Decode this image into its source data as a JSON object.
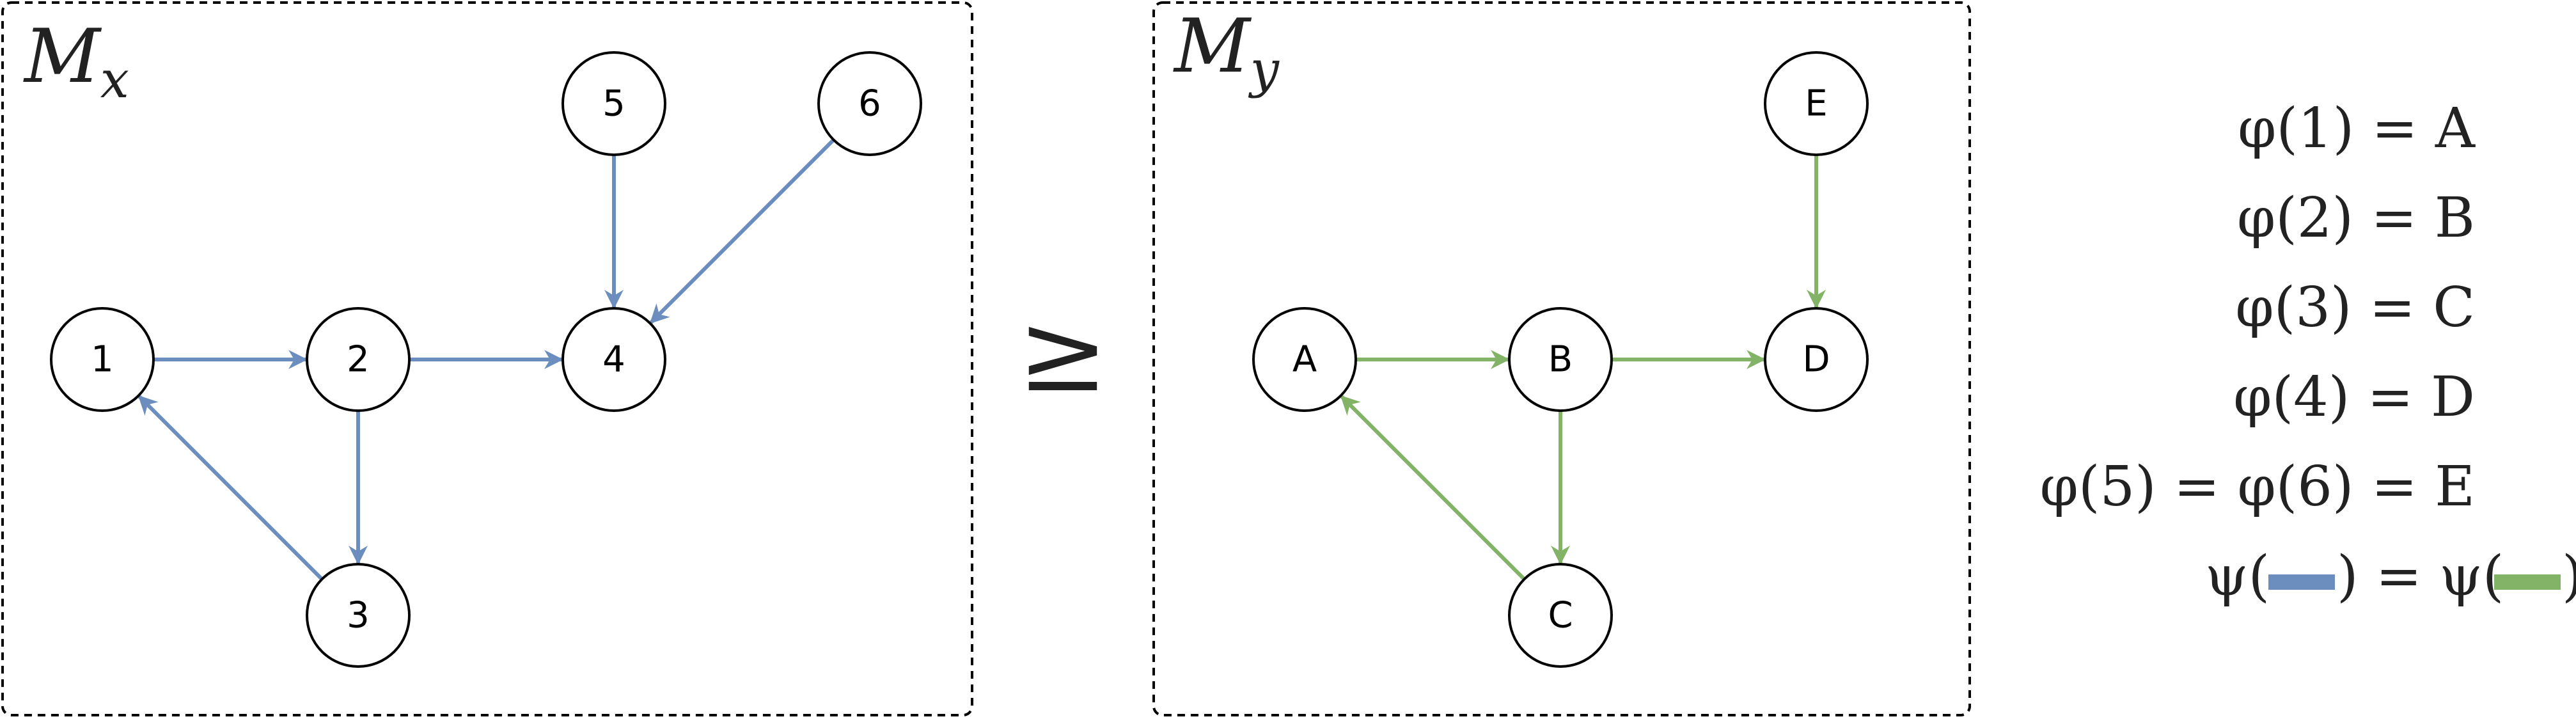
{
  "colors": {
    "left_edges": "#6c8ebf",
    "right_edges": "#82b366",
    "node_stroke": "#000000",
    "node_fill": "#ffffff"
  },
  "left_panel": {
    "title_script": "M",
    "title_sub": "x",
    "nodes": [
      "1",
      "2",
      "3",
      "4",
      "5",
      "6"
    ],
    "edges": [
      [
        "1",
        "2"
      ],
      [
        "2",
        "4"
      ],
      [
        "2",
        "3"
      ],
      [
        "3",
        "1"
      ],
      [
        "5",
        "4"
      ],
      [
        "6",
        "4"
      ]
    ]
  },
  "relation_symbol": "≥",
  "right_panel": {
    "title_script": "M",
    "title_sub": "y",
    "nodes": [
      "A",
      "B",
      "C",
      "D",
      "E"
    ],
    "edges": [
      [
        "A",
        "B"
      ],
      [
        "B",
        "D"
      ],
      [
        "B",
        "C"
      ],
      [
        "C",
        "A"
      ],
      [
        "E",
        "D"
      ]
    ]
  },
  "mappings": {
    "phi1": "φ(1) = A",
    "phi2": "φ(2) = B",
    "phi3": "φ(3) = C",
    "phi4": "φ(4) = D",
    "phi56": "φ(5) = φ(6) = E",
    "psi_open": "ψ(",
    "psi_mid": ") = ψ(",
    "psi_close": ")"
  }
}
